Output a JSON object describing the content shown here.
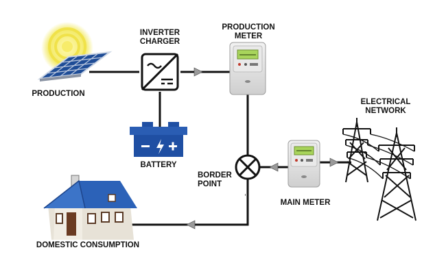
{
  "labels": {
    "production": "PRODUCTION",
    "inverter_line1": "INVERTER",
    "inverter_line2": "CHARGER",
    "production_meter_line1": "PRODUCTION",
    "production_meter_line2": "METER",
    "battery": "BATTERY",
    "electrical_network_line1": "ELECTRICAL",
    "electrical_network_line2": "NETWORK",
    "border_point_line1": "BORDER",
    "border_point_line2": "POINT",
    "main_meter": "MAIN METER",
    "domestic_consumption": "DOMESTIC CONSUMPTION"
  },
  "colors": {
    "line": "#111111",
    "arrow": "#9a9a9a",
    "sun_glow": "#f3ea6a",
    "panel": "#1f4f9a",
    "battery": "#1f4fa3",
    "roof": "#2c62b8",
    "meter_screen": "#a8d45b"
  }
}
